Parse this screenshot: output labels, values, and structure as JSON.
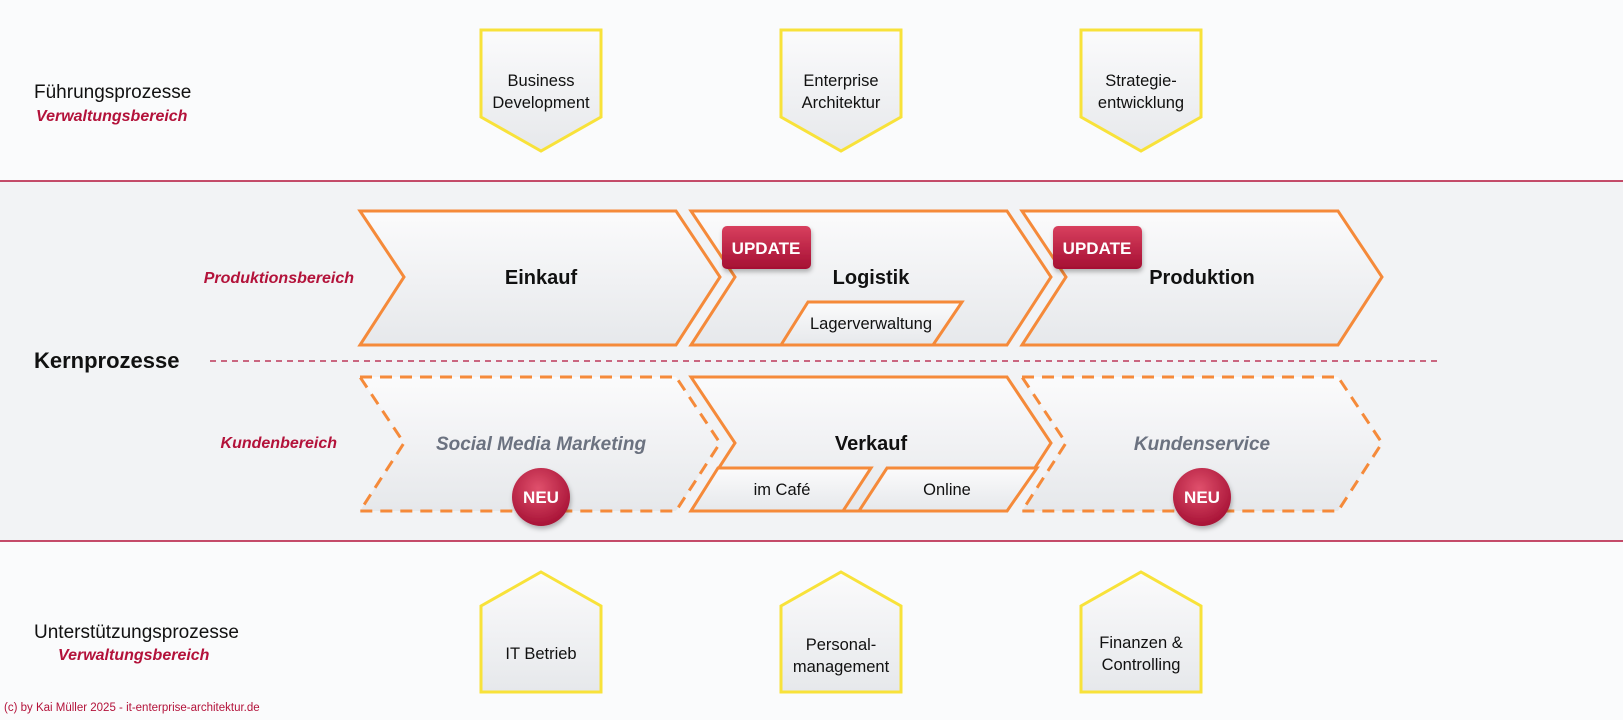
{
  "bands": {
    "top": {
      "title": "Führungsprozesse",
      "subtitle": "Verwaltungsbereich",
      "items": [
        {
          "lines": [
            "Business",
            "Development"
          ]
        },
        {
          "lines": [
            "Enterprise",
            "Architektur"
          ]
        },
        {
          "lines": [
            "Strategie-",
            "entwicklung"
          ]
        }
      ]
    },
    "core": {
      "title": "Kernprozesse",
      "rows": [
        {
          "label": "Produktionsbereich",
          "items": [
            {
              "title": "Einkauf",
              "style": "solid"
            },
            {
              "title": "Logistik",
              "style": "solid",
              "badge": "UPDATE",
              "subs": [
                "Lagerverwaltung"
              ]
            },
            {
              "title": "Produktion",
              "style": "solid",
              "badge": "UPDATE"
            }
          ]
        },
        {
          "label": "Kundenbereich",
          "items": [
            {
              "title": "Social Media Marketing",
              "style": "dashed",
              "badge": "NEU"
            },
            {
              "title": "Verkauf",
              "style": "solid",
              "subs": [
                "im Café",
                "Online"
              ]
            },
            {
              "title": "Kundenservice",
              "style": "dashed",
              "badge": "NEU"
            }
          ]
        }
      ]
    },
    "bottom": {
      "title": "Unterstützungsprozesse",
      "subtitle": "Verwaltungsbereich",
      "items": [
        {
          "lines": [
            "IT Betrieb"
          ]
        },
        {
          "lines": [
            "Personal-",
            "management"
          ]
        },
        {
          "lines": [
            "Finanzen &",
            "Controlling"
          ]
        }
      ]
    }
  },
  "copyright": "(c) by Kai Müller 2025 - it-enterprise-architektur.de",
  "colors": {
    "accent": "#b3123a",
    "orange": "#f58a3a",
    "yellow": "#f8e23a",
    "core_band": "#f2f3f5",
    "text": "#111111",
    "muted": "#6b7280"
  }
}
